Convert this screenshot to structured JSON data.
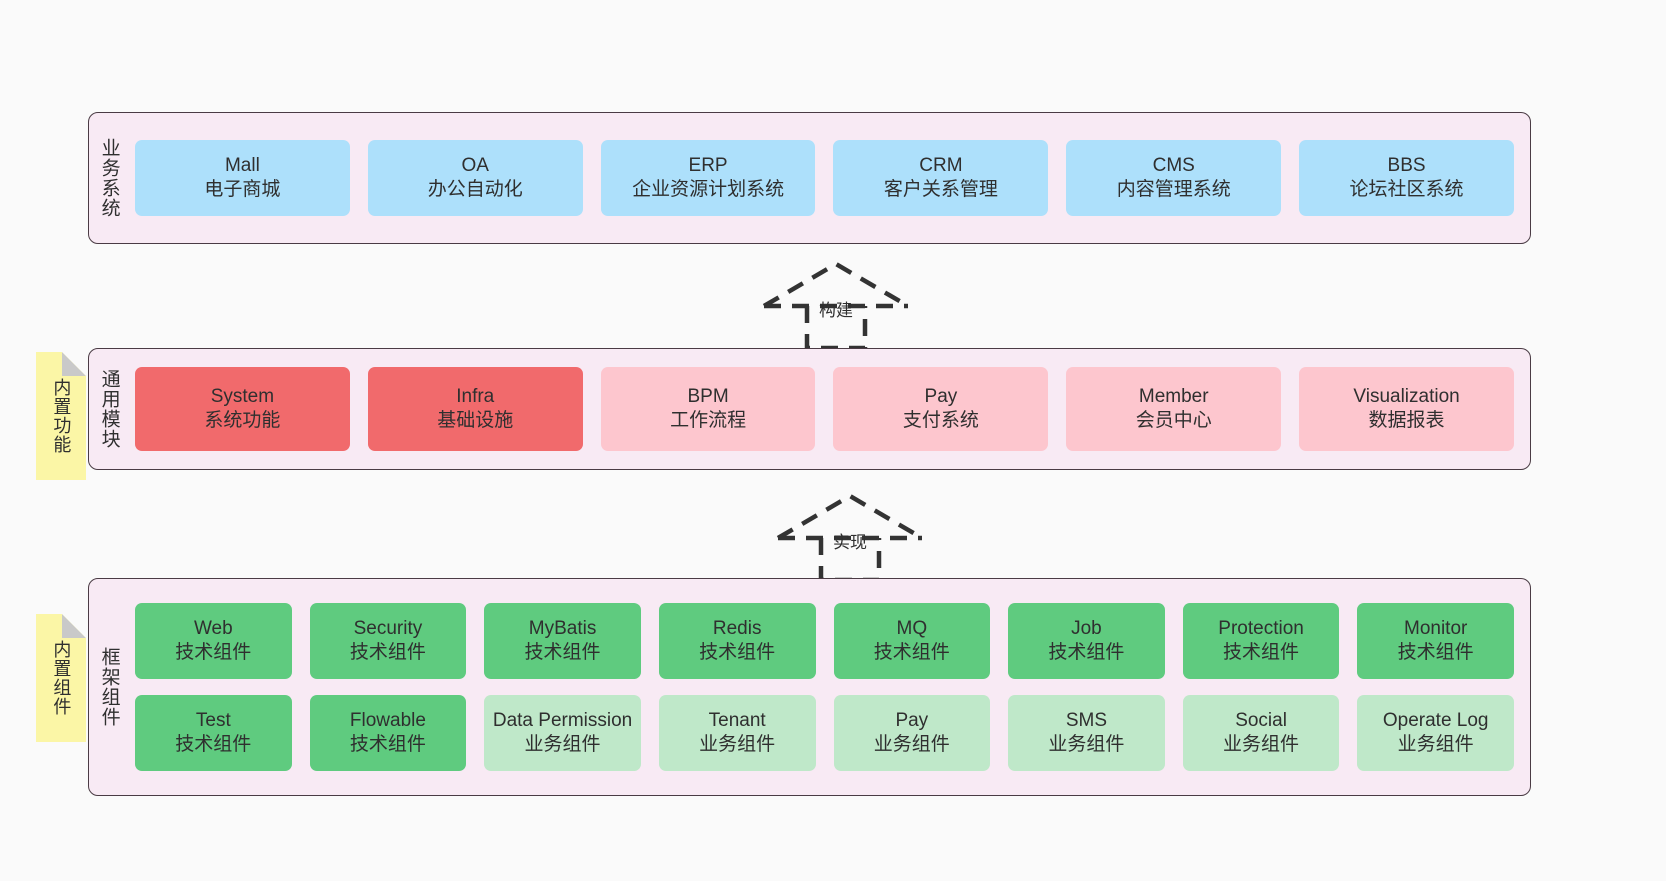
{
  "colors": {
    "page_bg": "#fafafa",
    "panel_bg": "#f8eaf4",
    "panel_border": "#4a3b44",
    "business_cell": "#ade0fb",
    "module_core_cell": "#f16a6c",
    "module_cell": "#fdc6ce",
    "tech_component_cell": "#5fcb7f",
    "biz_component_cell": "#bfe8c9",
    "sticky_note": "#fbf6a6",
    "sticky_fold": "#c9c9c9",
    "arrow_stroke": "#333333"
  },
  "layers": [
    {
      "id": "business-system",
      "title": "业务系统",
      "rows": [
        {
          "cells": [
            {
              "t1": "Mall",
              "t2": "电子商城",
              "style": "c-blue"
            },
            {
              "t1": "OA",
              "t2": "办公自动化",
              "style": "c-blue"
            },
            {
              "t1": "ERP",
              "t2": "企业资源计划系统",
              "style": "c-blue"
            },
            {
              "t1": "CRM",
              "t2": "客户关系管理",
              "style": "c-blue"
            },
            {
              "t1": "CMS",
              "t2": "内容管理系统",
              "style": "c-blue"
            },
            {
              "t1": "BBS",
              "t2": "论坛社区系统",
              "style": "c-blue"
            }
          ]
        }
      ]
    },
    {
      "id": "general-module",
      "title": "通用模块",
      "sticky": "内置功能",
      "rows": [
        {
          "cells": [
            {
              "t1": "System",
              "t2": "系统功能",
              "style": "c-red"
            },
            {
              "t1": "Infra",
              "t2": "基础设施",
              "style": "c-red"
            },
            {
              "t1": "BPM",
              "t2": "工作流程",
              "style": "c-pink"
            },
            {
              "t1": "Pay",
              "t2": "支付系统",
              "style": "c-pink"
            },
            {
              "t1": "Member",
              "t2": "会员中心",
              "style": "c-pink"
            },
            {
              "t1": "Visualization",
              "t2": "数据报表",
              "style": "c-pink"
            }
          ]
        }
      ]
    },
    {
      "id": "framework-component",
      "title": "框架组件",
      "sticky": "内置组件",
      "rows": [
        {
          "cells": [
            {
              "t1": "Web",
              "t2": "技术组件",
              "style": "c-green"
            },
            {
              "t1": "Security",
              "t2": "技术组件",
              "style": "c-green"
            },
            {
              "t1": "MyBatis",
              "t2": "技术组件",
              "style": "c-green"
            },
            {
              "t1": "Redis",
              "t2": "技术组件",
              "style": "c-green"
            },
            {
              "t1": "MQ",
              "t2": "技术组件",
              "style": "c-green"
            },
            {
              "t1": "Job",
              "t2": "技术组件",
              "style": "c-green"
            },
            {
              "t1": "Protection",
              "t2": "技术组件",
              "style": "c-green"
            },
            {
              "t1": "Monitor",
              "t2": "技术组件",
              "style": "c-green"
            }
          ]
        },
        {
          "cells": [
            {
              "t1": "Test",
              "t2": "技术组件",
              "style": "c-green"
            },
            {
              "t1": "Flowable",
              "t2": "技术组件",
              "style": "c-green"
            },
            {
              "t1": "Data Permission",
              "t2": "业务组件",
              "style": "c-greenlight"
            },
            {
              "t1": "Tenant",
              "t2": "业务组件",
              "style": "c-greenlight"
            },
            {
              "t1": "Pay",
              "t2": "业务组件",
              "style": "c-greenlight"
            },
            {
              "t1": "SMS",
              "t2": "业务组件",
              "style": "c-greenlight"
            },
            {
              "t1": "Social",
              "t2": "业务组件",
              "style": "c-greenlight"
            },
            {
              "t1": "Operate Log",
              "t2": "业务组件",
              "style": "c-greenlight"
            }
          ]
        }
      ]
    }
  ],
  "arrows": [
    {
      "id": "arrow-build",
      "label": "构建"
    },
    {
      "id": "arrow-implement",
      "label": "实现"
    }
  ]
}
